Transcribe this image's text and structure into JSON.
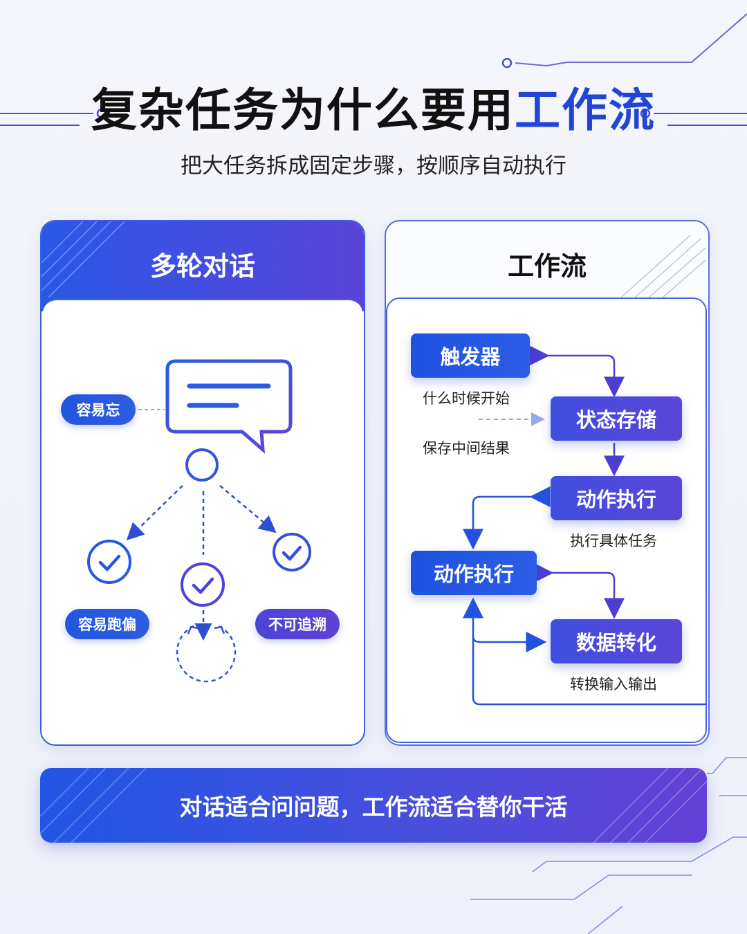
{
  "header": {
    "title_main": "复杂任务为什么要用",
    "title_accent": "工作流",
    "subtitle": "把大任务拆成固定步骤，按顺序自动执行"
  },
  "left_panel": {
    "title": "多轮对话",
    "labels": {
      "forget": "容易忘",
      "drift": "容易跑偏",
      "untraceable": "不可追溯"
    }
  },
  "right_panel": {
    "title": "工作流",
    "nodes": {
      "trigger": "触发器",
      "state": "状态存储",
      "action1": "动作执行",
      "action2": "动作执行",
      "transform": "数据转化"
    },
    "captions": {
      "trigger": "什么时候开始",
      "state": "保存中间结果",
      "action": "执行具体任务",
      "transform": "转换输入输出"
    }
  },
  "banner": {
    "text": "对话适合问问题，工作流适合替你干活"
  },
  "colors": {
    "accent_blue": "#2146d4",
    "node_blue": "#1f52e0",
    "node_purple": "#5b45d8",
    "line_purple": "#5a3fcf"
  }
}
